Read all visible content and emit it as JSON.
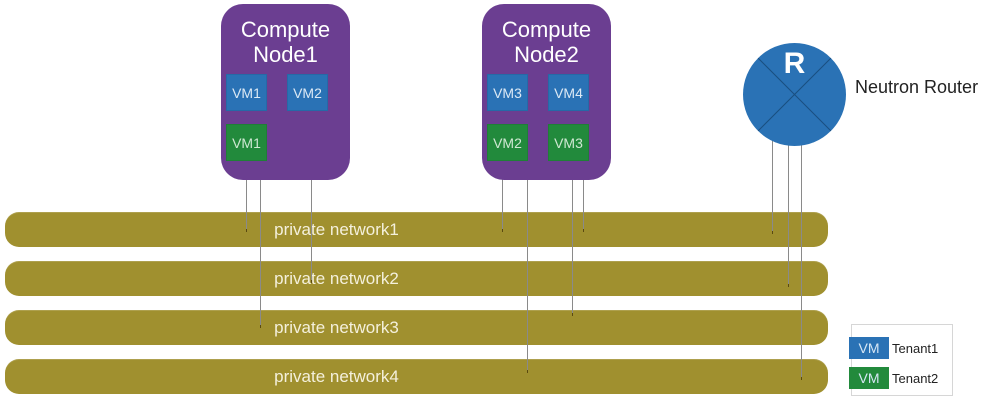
{
  "diagram": {
    "compute_nodes": [
      {
        "title_line1": "Compute",
        "title_line2": "Node1",
        "vms": [
          {
            "label": "VM1",
            "tenant": "Tenant1",
            "network": "private network1"
          },
          {
            "label": "VM2",
            "tenant": "Tenant1",
            "network": "private network2"
          },
          {
            "label": "VM1",
            "tenant": "Tenant2",
            "network": "private network3"
          }
        ]
      },
      {
        "title_line1": "Compute",
        "title_line2": "Node2",
        "vms": [
          {
            "label": "VM3",
            "tenant": "Tenant1",
            "network": "private network1"
          },
          {
            "label": "VM4",
            "tenant": "Tenant1",
            "network": "private network1"
          },
          {
            "label": "VM2",
            "tenant": "Tenant2",
            "network": "private network4"
          },
          {
            "label": "VM3",
            "tenant": "Tenant2",
            "network": "private network3"
          }
        ]
      }
    ],
    "router": {
      "letter": "R",
      "label": "Neutron Router",
      "connected_networks": [
        "private network1",
        "private network2",
        "private network4"
      ]
    },
    "networks": [
      {
        "label": "private network1"
      },
      {
        "label": "private network2"
      },
      {
        "label": "private network3"
      },
      {
        "label": "private network4"
      }
    ],
    "legend": [
      {
        "swatch": "VM",
        "label": "Tenant1",
        "color": "#2a72b5"
      },
      {
        "swatch": "VM",
        "label": "Tenant2",
        "color": "#228a3c"
      }
    ],
    "colors": {
      "compute_node": "#6b3e91",
      "tenant1": "#2a72b5",
      "tenant2": "#228a3c",
      "network": "#a0902f",
      "router": "#2a72b5"
    }
  }
}
